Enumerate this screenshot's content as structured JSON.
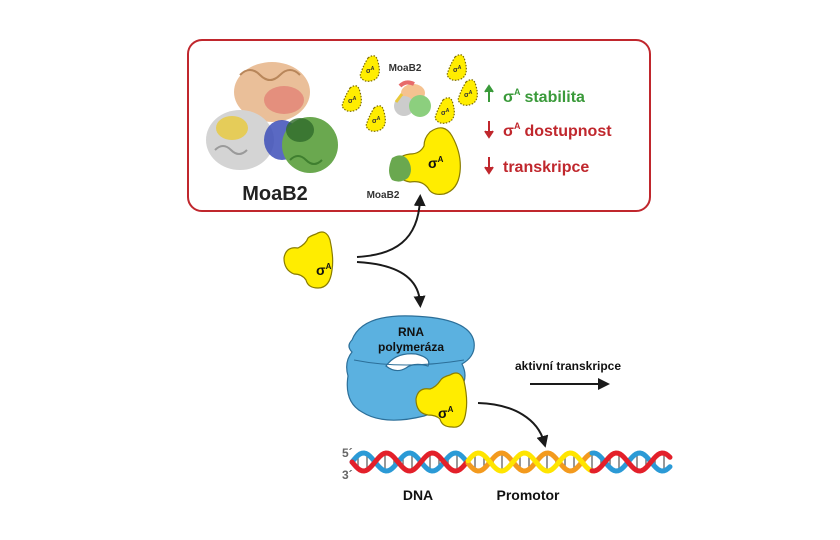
{
  "colors": {
    "box_border": "#c0272d",
    "sigma_fill": "#ffed00",
    "sigma_stroke": "#8a7d00",
    "rnap_fill": "#5bb1e0",
    "rnap_stroke": "#2c6f99",
    "green_text": "#3a9a3a",
    "red_text": "#c0272d",
    "dna_red": "#e3202a",
    "dna_blue": "#2b9ad6",
    "dna_orange": "#f39a1e",
    "dna_yellow": "#ffe500",
    "moab2_green": "#6aa84f",
    "text_dark": "#222222"
  },
  "inset": {
    "structure_label": "MoaB2",
    "complex_label_top": "MoaB2",
    "complex_label_bottom": "MoaB2",
    "sigma_small": "σ",
    "sigma_sup": "A",
    "effects": [
      {
        "direction": "up",
        "sigma_prefix": "σ",
        "sigma_sup": "A",
        "text": "stabilita",
        "color": "green"
      },
      {
        "direction": "down",
        "sigma_prefix": "σ",
        "sigma_sup": "A",
        "text": "dostupnost",
        "color": "red"
      },
      {
        "direction": "down",
        "sigma_prefix": "",
        "sigma_sup": "",
        "text": "transkripce",
        "color": "red"
      }
    ]
  },
  "free_sigma": {
    "symbol": "σ",
    "sup": "A"
  },
  "rnap": {
    "label_line1": "RNA",
    "label_line2": "polymeráza",
    "sigma_symbol": "σ",
    "sigma_sup": "A"
  },
  "active_transcription": {
    "label": "aktivní transkripce"
  },
  "dna": {
    "end5": "5´",
    "end3": "3´",
    "label_dna": "DNA",
    "label_promotor": "Promotor"
  }
}
